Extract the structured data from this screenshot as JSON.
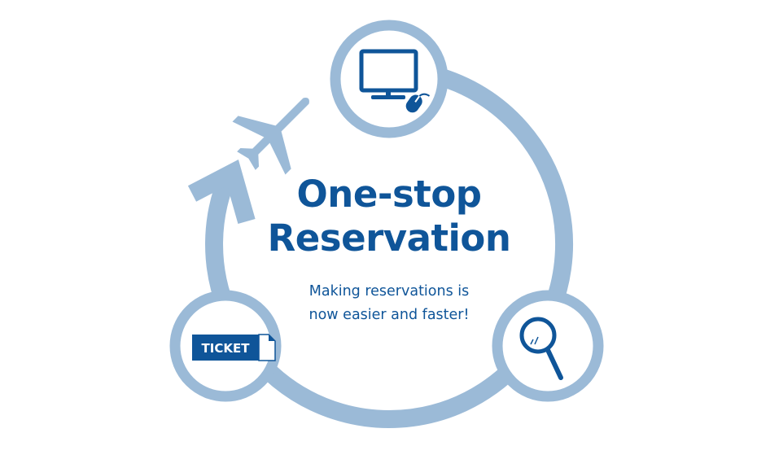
{
  "title_line1": "One-stop",
  "title_line2": "Reservation",
  "subtitle_line1": "Making reservations is",
  "subtitle_line2": "now easier and faster!",
  "ticket_label": "TICKET",
  "colors": {
    "ring": "#9bbad7",
    "icon": "#0f5599"
  }
}
